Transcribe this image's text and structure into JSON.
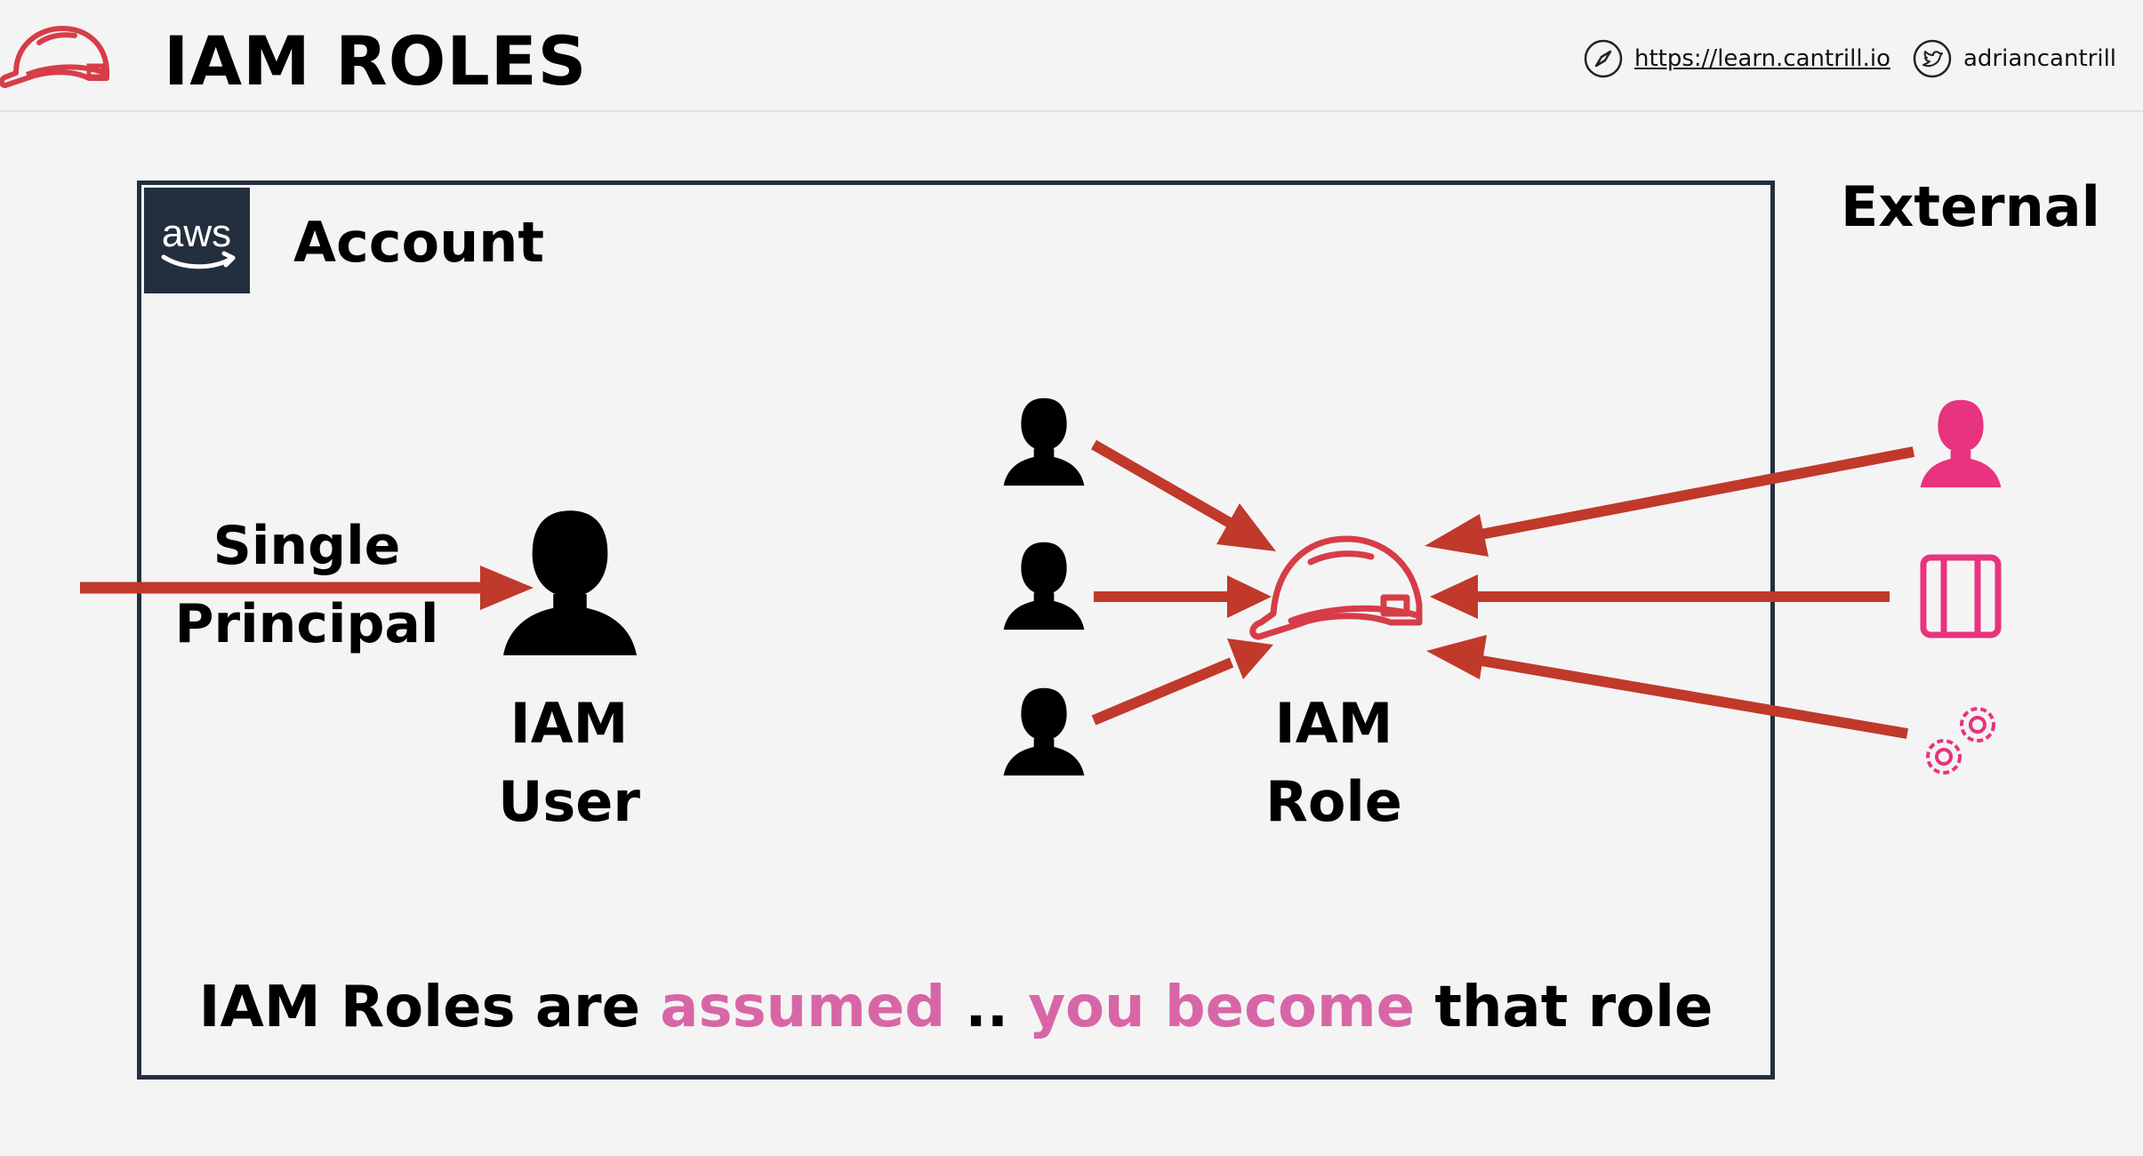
{
  "header": {
    "title": "IAM ROLES",
    "link_text": "https://learn.cantrill.io",
    "twitter_handle": "adriancantrill"
  },
  "account": {
    "logo_text": "aws",
    "label": "Account"
  },
  "external": {
    "label": "External"
  },
  "iam_user": {
    "principal_line1": "Single",
    "principal_line2": "Principal",
    "label_line1": "IAM",
    "label_line2": "User"
  },
  "iam_role": {
    "label_line1": "IAM",
    "label_line2": "Role"
  },
  "tagline": {
    "part1": "IAM Roles are ",
    "part2": "assumed",
    "part3": " .. ",
    "part4": "you become",
    "part5": " that role"
  },
  "colors": {
    "arrow": "#c0392b",
    "hardhat": "#d63d48",
    "external_pink": "#e8337e",
    "highlight_pink": "#d866a6",
    "aws_dark": "#232f3e"
  }
}
